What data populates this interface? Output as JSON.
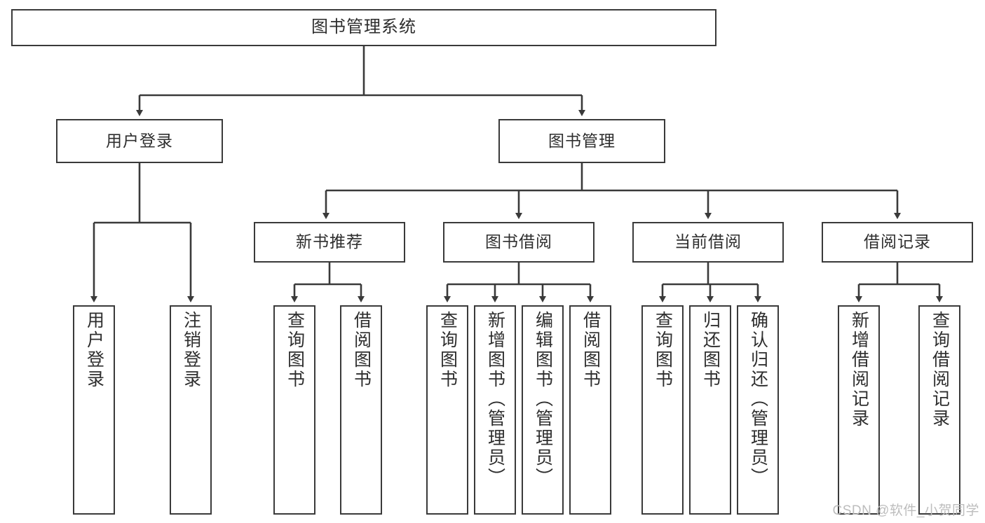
{
  "diagram": {
    "type": "tree-hierarchy",
    "title": "图书管理系统",
    "root": {
      "label": "图书管理系统"
    },
    "level2": [
      {
        "label": "用户登录"
      },
      {
        "label": "图书管理"
      }
    ],
    "level3": [
      {
        "label": "新书推荐"
      },
      {
        "label": "图书借阅"
      },
      {
        "label": "当前借阅"
      },
      {
        "label": "借阅记录"
      }
    ],
    "leaves": {
      "user_login": [
        {
          "label": "用户登录"
        },
        {
          "label": "注销登录"
        }
      ],
      "new_book_recommend": [
        {
          "label": "查询图书"
        },
        {
          "label": "借阅图书"
        }
      ],
      "book_borrow": [
        {
          "label": "查询图书"
        },
        {
          "label": "新增图书（管理员）"
        },
        {
          "label": "编辑图书（管理员）"
        },
        {
          "label": "借阅图书"
        }
      ],
      "current_borrow": [
        {
          "label": "查询图书"
        },
        {
          "label": "归还图书"
        },
        {
          "label": "确认归还（管理员）"
        }
      ],
      "borrow_record": [
        {
          "label": "新增借阅记录"
        },
        {
          "label": "查询借阅记录"
        }
      ]
    }
  },
  "watermark": {
    "text": "CSDN @软件_小贺同学"
  },
  "colors": {
    "border": "#3a3a3a",
    "text": "#2e2e2e",
    "background": "#ffffff",
    "watermark": "#bdbdbd"
  }
}
